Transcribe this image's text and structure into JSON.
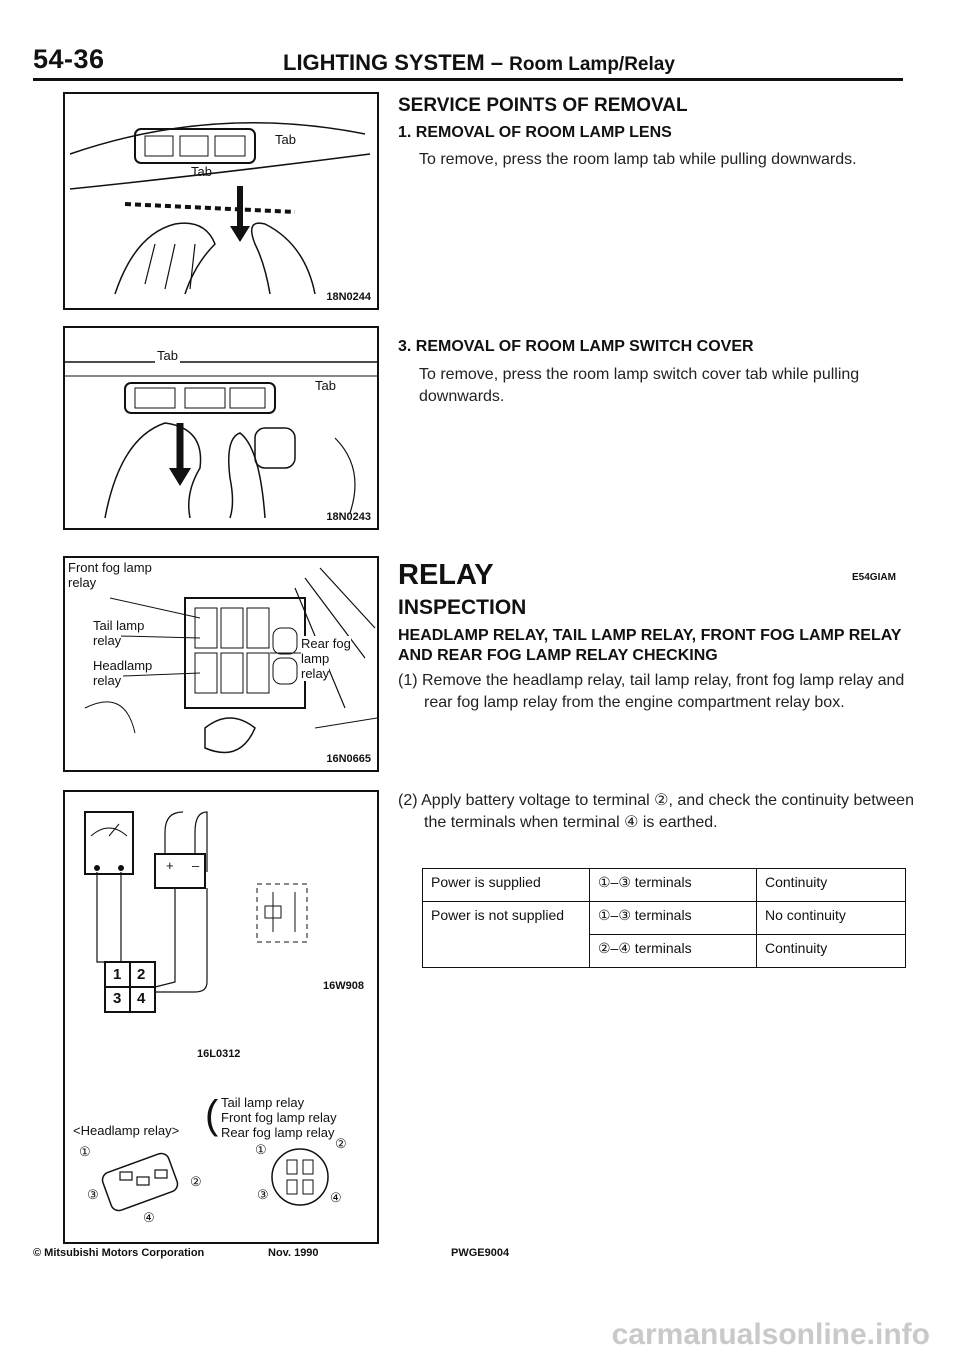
{
  "header": {
    "page_number": "54-36",
    "section_title": "LIGHTING SYSTEM",
    "dash": " – ",
    "subtitle": "Room Lamp/Relay"
  },
  "figures": {
    "fig1": {
      "labels": [
        "Tab",
        "Tab"
      ],
      "code": "18N0244"
    },
    "fig2": {
      "labels": [
        "Tab",
        "Tab"
      ],
      "code": "18N0243"
    },
    "fig3": {
      "labels": [
        "Front fog lamp",
        "relay",
        "Tail lamp",
        "relay",
        "Headlamp",
        "relay",
        "Rear fog",
        "lamp",
        "relay"
      ],
      "code": "16N0665"
    },
    "fig4": {
      "terminals": [
        "1",
        "2",
        "3",
        "4"
      ],
      "battery_signs": [
        "+",
        "–"
      ],
      "code_left": "16L0312",
      "code_right": "16W908",
      "relay_types": [
        "<Headlamp relay>",
        "Tail lamp relay",
        "Front fog lamp relay",
        "Rear fog lamp relay"
      ],
      "pin_labels": [
        "①",
        "②",
        "③",
        "④"
      ]
    }
  },
  "removal": {
    "heading": "SERVICE POINTS OF REMOVAL",
    "step1_title": "1.  REMOVAL OF ROOM LAMP LENS",
    "step1_text": "To remove, press the room lamp tab while pulling downwards.",
    "step3_title": "3.  REMOVAL OF ROOM LAMP SWITCH COVER",
    "step3_text": "To remove, press the room lamp switch cover tab while pulling downwards."
  },
  "relay": {
    "title": "RELAY",
    "code": "E54GIAM",
    "inspection": "INSPECTION",
    "check_title": "HEADLAMP RELAY, TAIL LAMP RELAY, FRONT FOG LAMP RELAY AND REAR FOG LAMP RELAY CHECKING",
    "step1": "(1) Remove the headlamp relay, tail lamp relay, front fog lamp relay and rear fog lamp relay from the engine compartment relay box.",
    "step2": "(2) Apply battery voltage to terminal ②, and check the continuity between the terminals when terminal ④ is earthed."
  },
  "table": {
    "rows": [
      [
        "Power is supplied",
        "①–③ terminals",
        "Continuity"
      ],
      [
        "Power is not supplied",
        "①–③ terminals",
        "No continuity"
      ],
      [
        "",
        "②–④ terminals",
        "Continuity"
      ]
    ]
  },
  "footer": {
    "copyright": "© Mitsubishi Motors Corporation",
    "date": "Nov. 1990",
    "doc_code": "PWGE9004"
  },
  "watermark": "carmanualsonline.info"
}
